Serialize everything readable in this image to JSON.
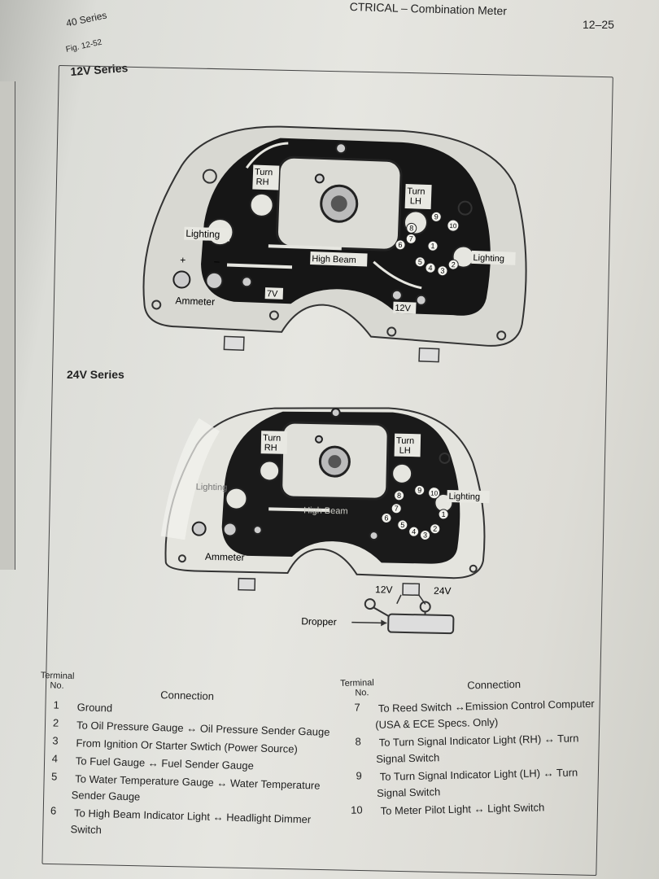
{
  "header": {
    "section": "CTRICAL – Combination Meter",
    "page_number": "12–25",
    "series": "40 Series",
    "figure": "Fig. 12-52"
  },
  "diagrams": {
    "d12v": {
      "title": "12V Series",
      "labels": {
        "turn_rh": [
          "Turn",
          "RH"
        ],
        "turn_lh": [
          "Turn",
          "LH"
        ],
        "lighting_left": "Lighting",
        "lighting_right": "Lighting",
        "high_beam": "High Beam",
        "plus": "+",
        "minus": "–",
        "ammeter": "Ammeter",
        "v7": "7V",
        "v12": "12V"
      }
    },
    "d24v": {
      "title": "24V Series",
      "labels": {
        "turn_rh": [
          "Turn",
          "RH"
        ],
        "turn_lh": [
          "Turn",
          "LH"
        ],
        "lighting_left": "Lighting",
        "lighting_right": "Lighting",
        "high_beam": "High Beam",
        "ammeter": "Ammeter",
        "v12": "12V",
        "v24": "24V",
        "dropper": "Dropper"
      }
    },
    "terminal_numbers": [
      "1",
      "2",
      "3",
      "4",
      "5",
      "6",
      "7",
      "8",
      "9",
      "10"
    ]
  },
  "table": {
    "left_header_terminal": [
      "Terminal",
      "No."
    ],
    "left_header_connection": "Connection",
    "right_header_terminal": [
      "Terminal",
      "No."
    ],
    "right_header_connection": "Connection",
    "left_rows": [
      {
        "no": "1",
        "lines": [
          "Ground"
        ]
      },
      {
        "no": "2",
        "lines": [
          "To Oil Pressure Gauge ↔ Oil Pressure Sender Gauge"
        ]
      },
      {
        "no": "3",
        "lines": [
          "From Ignition Or Starter Swtich (Power Source)"
        ]
      },
      {
        "no": "4",
        "lines": [
          "To Fuel Gauge ↔ Fuel Sender Gauge"
        ]
      },
      {
        "no": "5",
        "lines": [
          "To Water Temperature Gauge ↔ Water Temperature",
          "Sender Gauge"
        ]
      },
      {
        "no": "6",
        "lines": [
          "To High Beam Indicator Light ↔ Headlight Dimmer",
          "Switch"
        ]
      }
    ],
    "right_rows": [
      {
        "no": "7",
        "lines": [
          "To Reed Switch ↔Emission Control Computer",
          "(USA & ECE Specs. Only)"
        ]
      },
      {
        "no": "8",
        "lines": [
          "To Turn Signal Indicator Light (RH) ↔ Turn",
          "Signal Switch"
        ]
      },
      {
        "no": "9",
        "lines": [
          "To Turn Signal Indicator Light (LH) ↔ Turn",
          "Signal Switch"
        ]
      },
      {
        "no": "10",
        "lines": [
          "To Meter Pilot Light ↔ Light Switch"
        ]
      }
    ]
  }
}
